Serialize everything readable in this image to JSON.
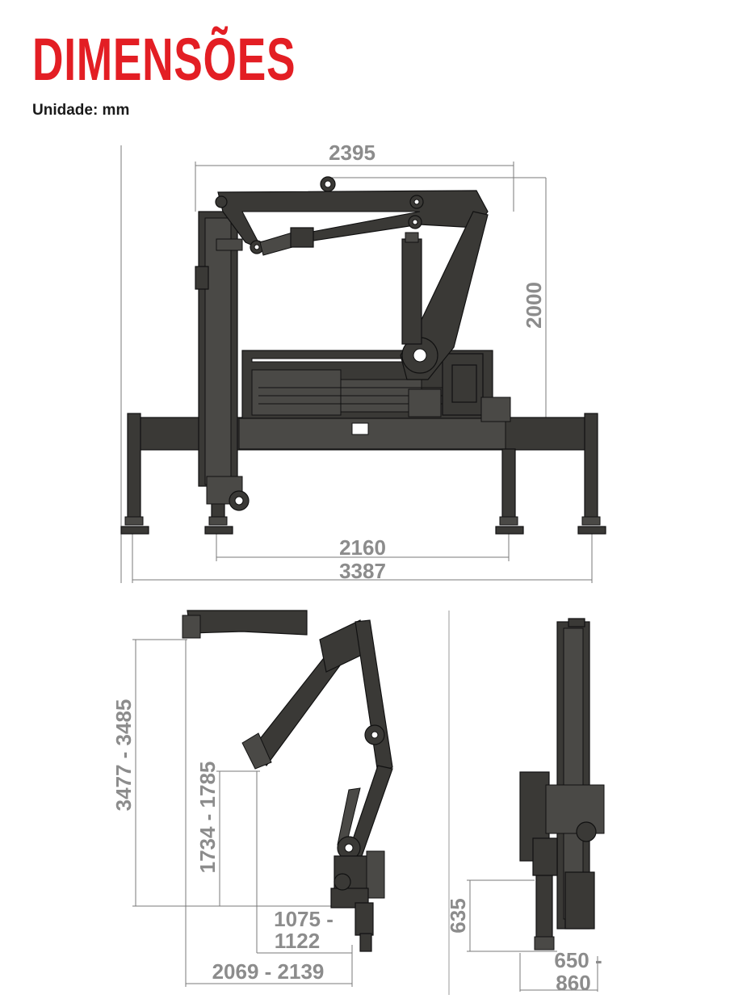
{
  "header": {
    "title": "DIMENSÕES",
    "unit": "Unidade: mm"
  },
  "front_view": {
    "width_top": "2395",
    "height": "2000",
    "inner_span": "2160",
    "outer_span": "3387"
  },
  "side_view": {
    "total_height": "3477 - 3485",
    "tip_height": "1734 - 1785",
    "tip_reach_line1": "1075 -",
    "tip_reach_line2": "1122",
    "base_reach": "2069 - 2139"
  },
  "end_view": {
    "height": "635",
    "width_line1": "650 -",
    "width_line2": "860"
  },
  "colors": {
    "title": "#e31e24",
    "dimension_text": "#8c8c8c",
    "crane_body": "#3a3936"
  }
}
